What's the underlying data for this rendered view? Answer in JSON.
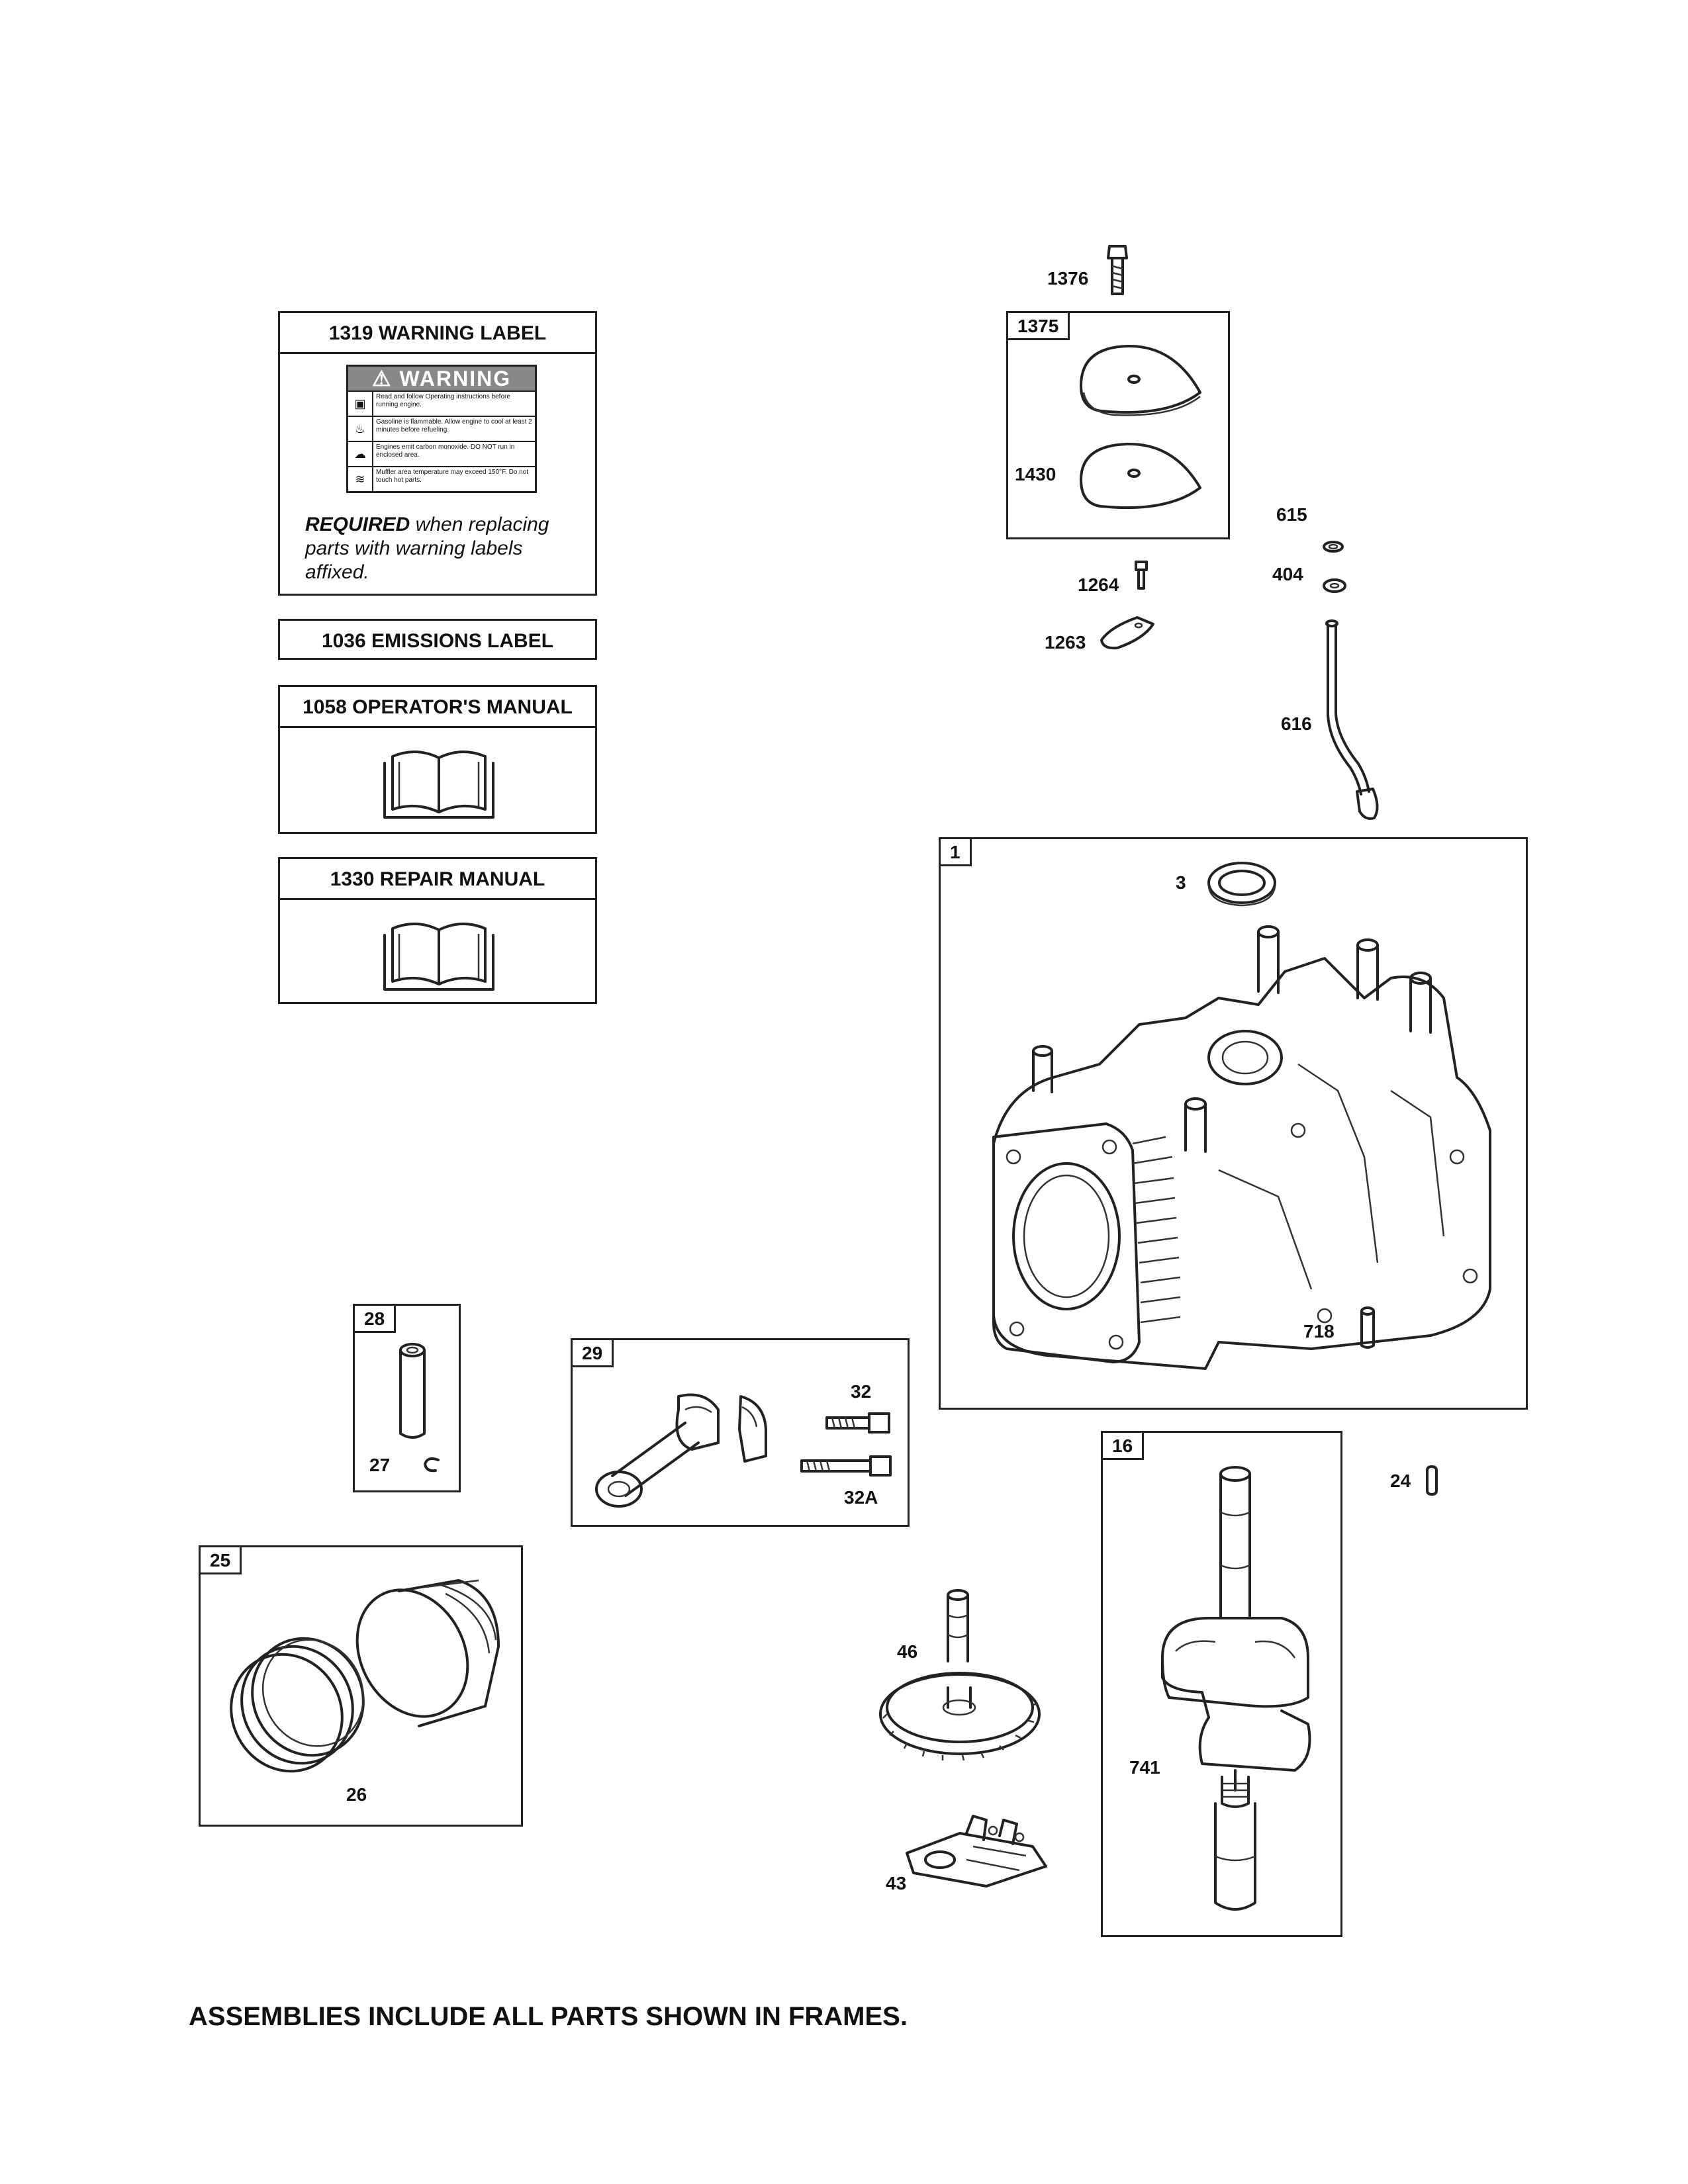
{
  "labels_panel": {
    "warning_label": {
      "title": "1319 WARNING LABEL",
      "sticker_heading": "WARNING",
      "lines": [
        "Read and follow Operating instructions before running engine.",
        "Gasoline is flammable. Allow engine to cool at least 2 minutes before refueling.",
        "Engines emit carbon monoxide. DO NOT run in enclosed area.",
        "Muffler area temperature may exceed 150°F. Do not touch hot parts."
      ],
      "required_bold": "REQUIRED",
      "required_rest_1": " when replacing",
      "required_line2": "parts with warning labels",
      "required_line3": "affixed."
    },
    "emissions_label": "1036 EMISSIONS LABEL",
    "operators_manual": "1058 OPERATOR'S MANUAL",
    "repair_manual": "1330 REPAIR MANUAL"
  },
  "callouts": {
    "p1376": "1376",
    "p1375": "1375",
    "p1430": "1430",
    "p615": "615",
    "p404": "404",
    "p1264": "1264",
    "p1263": "1263",
    "p616": "616",
    "p1": "1",
    "p3": "3",
    "p718": "718",
    "p28": "28",
    "p27": "27",
    "p29": "29",
    "p32": "32",
    "p32a": "32A",
    "p16": "16",
    "p24": "24",
    "p741": "741",
    "p25": "25",
    "p26": "26",
    "p46": "46",
    "p43": "43"
  },
  "footer": "ASSEMBLIES INCLUDE ALL PARTS SHOWN IN FRAMES."
}
